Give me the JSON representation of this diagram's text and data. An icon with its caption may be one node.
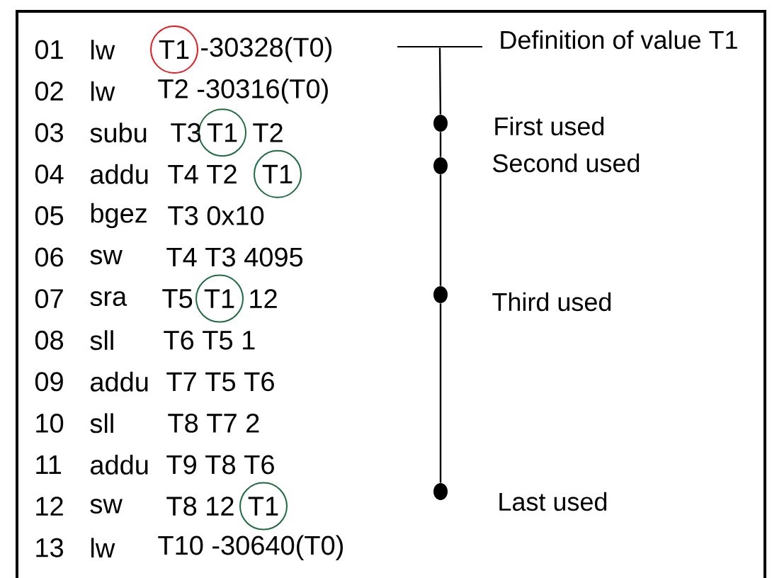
{
  "diagram": {
    "nodes": [
      {
        "text": [
          "T1"
        ]
      },
      {
        "text": [
          "T1"
        ]
      },
      {
        "text": [
          "T1"
        ]
      },
      {
        "text": [
          "T1"
        ]
      },
      {
        "text": [
          "T1"
        ]
      },
      {
        "text": [],
        "shape": "bar",
        "beside": [
          "Definition of value T1"
        ]
      },
      {
        "text": [],
        "shape": "circle",
        "beside": [
          "First used"
        ]
      },
      {
        "text": [],
        "shape": "circle",
        "beside": [
          "Second used"
        ]
      },
      {
        "text": [],
        "shape": "circle",
        "beside": [
          "Third used"
        ]
      },
      {
        "text": [],
        "shape": "circle",
        "beside": [
          "Last used"
        ]
      }
    ],
    "edges": [
      {
        "from": 5,
        "to": 6,
        "arrow": "none"
      },
      {
        "from": 6,
        "to": 7,
        "arrow": "none"
      },
      {
        "from": 7,
        "to": 8,
        "arrow": "none"
      },
      {
        "from": 8,
        "to": 9,
        "arrow": "none"
      }
    ],
    "labels": [
      "01",
      "lw",
      "-30328(T0)",
      "02",
      "lw",
      "T2 -30316(T0)",
      "03",
      "subu",
      "T3",
      "T2",
      "04",
      "addu",
      "T4 T2",
      "05",
      "bgez",
      "T3 0x10",
      "06",
      "sw",
      "T4 T3 4095",
      "07",
      "sra",
      "T5",
      "12",
      "08",
      "sll",
      "T6 T5 1",
      "09",
      "addu",
      "T7 T5 T6",
      "10",
      "sll",
      "T8 T7 2",
      "11",
      "addu",
      "T9 T8 T6",
      "12",
      "sw",
      "T8 12",
      "13",
      "lw",
      "T10 -30640(T0)"
    ]
  }
}
